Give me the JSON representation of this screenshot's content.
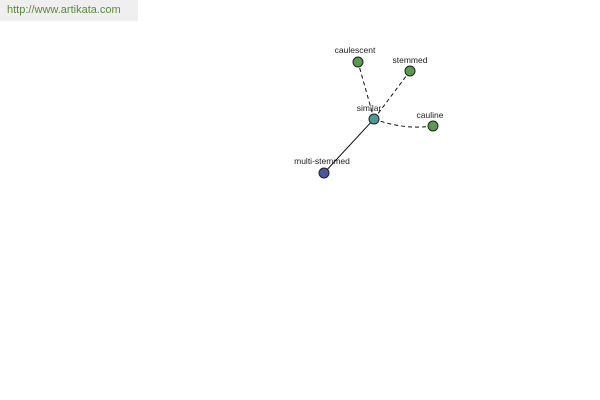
{
  "header": {
    "url_text": "http://www.artikata.com"
  },
  "graph": {
    "center": "similar",
    "nodes": [
      {
        "id": "similar",
        "label": "similar",
        "color": "#4e9a96",
        "role": "center"
      },
      {
        "id": "caulescent",
        "label": "caulescent",
        "color": "#5a9a50",
        "role": "synonym"
      },
      {
        "id": "stemmed",
        "label": "stemmed",
        "color": "#5a9a50",
        "role": "synonym"
      },
      {
        "id": "cauline",
        "label": "cauline",
        "color": "#5a9a50",
        "role": "synonym"
      },
      {
        "id": "multi-stemmed",
        "label": "multi-stemmed",
        "color": "#4a56a0",
        "role": "related"
      }
    ],
    "edges": [
      {
        "from": "similar",
        "to": "caulescent",
        "style": "dashed"
      },
      {
        "from": "similar",
        "to": "stemmed",
        "style": "dashed"
      },
      {
        "from": "similar",
        "to": "cauline",
        "style": "dashed"
      },
      {
        "from": "similar",
        "to": "multi-stemmed",
        "style": "solid"
      }
    ]
  }
}
